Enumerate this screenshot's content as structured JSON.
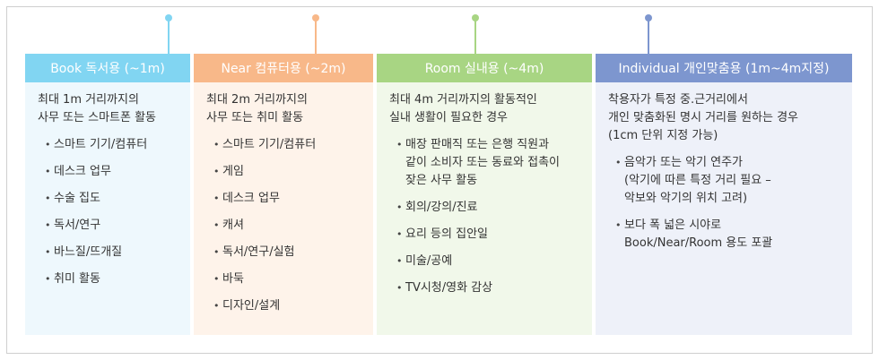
{
  "colors": {
    "book": "#81d5f2",
    "near": "#f8b889",
    "room": "#a8d583",
    "individual": "#7d96cf"
  },
  "columns": [
    {
      "title": "Book 독서용 (~1m)",
      "intro": [
        "최대 1m 거리까지의",
        "사무 또는 스마트폰 활동"
      ],
      "items": [
        [
          "스마트 기기/컴퓨터"
        ],
        [
          "데스크 업무"
        ],
        [
          "수술 집도"
        ],
        [
          "독서/연구"
        ],
        [
          "바느질/뜨개질"
        ],
        [
          "취미 활동"
        ]
      ]
    },
    {
      "title": "Near 컴퓨터용 (~2m)",
      "intro": [
        "최대 2m 거리까지의",
        "사무 또는 취미 활동"
      ],
      "items": [
        [
          "스마트 기기/컴퓨터"
        ],
        [
          "게임"
        ],
        [
          "데스크 업무"
        ],
        [
          "캐셔"
        ],
        [
          "독서/연구/실험"
        ],
        [
          "바둑"
        ],
        [
          "디자인/설계"
        ]
      ]
    },
    {
      "title": "Room 실내용 (~4m)",
      "intro": [
        "최대 4m 거리까지의 활동적인",
        "실내 생활이 필요한 경우"
      ],
      "items": [
        [
          "매장 판매직 또는 은행 직원과",
          "같이 소비자 또는 동료와 접촉이",
          "잦은 사무 활동"
        ],
        [
          "회의/강의/진료"
        ],
        [
          "요리 등의 집안일"
        ],
        [
          "미술/공예"
        ],
        [
          "TV시청/영화 감상"
        ]
      ]
    },
    {
      "title": "Individual 개인맞춤용 (1m~4m지정)",
      "intro": [
        "착용자가 특정 중.근거리에서",
        "개인 맞춤화된 명시 거리를 원하는 경우",
        "(1cm 단위 지정 가능)"
      ],
      "items": [
        [
          "음악가 또는 악기 연주가",
          "(악기에 따른 특정 거리 필요 –",
          "악보와 악기의 위치 고려)"
        ],
        [
          "보다 폭 넓은 시야로",
          "Book/Near/Room 용도 포괄"
        ]
      ]
    }
  ]
}
